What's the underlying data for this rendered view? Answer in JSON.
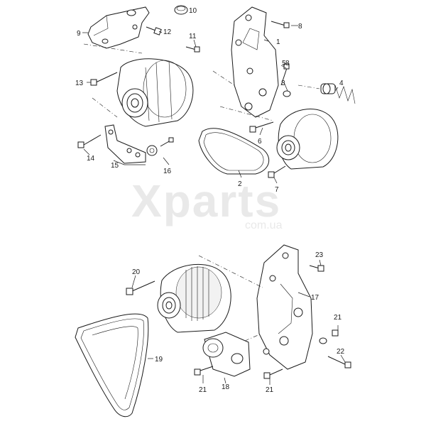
{
  "watermark": {
    "brand": "Xparts",
    "domain": "com.ua"
  },
  "callouts": [
    {
      "id": "p1",
      "text": "1"
    },
    {
      "id": "p2",
      "text": "2"
    },
    {
      "id": "p3",
      "text": "3"
    },
    {
      "id": "p4",
      "text": "4"
    },
    {
      "id": "p5",
      "text": "5"
    },
    {
      "id": "p6",
      "text": "6"
    },
    {
      "id": "p7",
      "text": "7"
    },
    {
      "id": "p8a",
      "text": "8"
    },
    {
      "id": "p8b",
      "text": "8"
    },
    {
      "id": "p9",
      "text": "9"
    },
    {
      "id": "p10",
      "text": "10"
    },
    {
      "id": "p11",
      "text": "11"
    },
    {
      "id": "p12",
      "text": "12"
    },
    {
      "id": "p13",
      "text": "13"
    },
    {
      "id": "p14",
      "text": "14"
    },
    {
      "id": "p15",
      "text": "15"
    },
    {
      "id": "p16",
      "text": "16"
    },
    {
      "id": "p17",
      "text": "17"
    },
    {
      "id": "p18",
      "text": "18"
    },
    {
      "id": "p19",
      "text": "19"
    },
    {
      "id": "p20",
      "text": "20"
    },
    {
      "id": "p21a",
      "text": "21"
    },
    {
      "id": "p21b",
      "text": "21"
    },
    {
      "id": "p21c",
      "text": "21"
    },
    {
      "id": "p22",
      "text": "22"
    },
    {
      "id": "p23",
      "text": "23"
    }
  ]
}
